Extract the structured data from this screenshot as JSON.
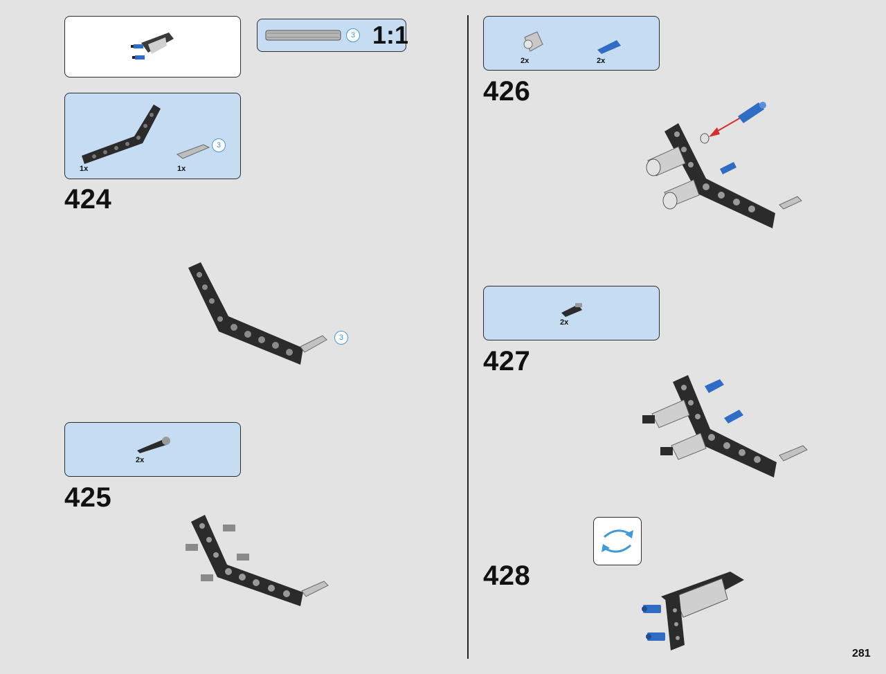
{
  "page_number": "281",
  "scale_box": {
    "count": "3",
    "ratio": "1:1"
  },
  "steps": [
    {
      "number": "424",
      "parts": [
        {
          "qty": "1x"
        },
        {
          "qty": "1x",
          "length": "3"
        }
      ],
      "callout_length": "3"
    },
    {
      "number": "425",
      "parts": [
        {
          "qty": "2x"
        }
      ]
    },
    {
      "number": "426",
      "parts": [
        {
          "qty": "2x"
        },
        {
          "qty": "2x"
        }
      ]
    },
    {
      "number": "427",
      "parts": [
        {
          "qty": "2x"
        }
      ]
    },
    {
      "number": "428"
    }
  ],
  "colors": {
    "panel_blue": "#c5dcf2",
    "page_bg": "#e3e3e3",
    "pin_blue": "#2f6dc4",
    "arrow_red": "#d62d2d",
    "rotate_blue": "#3f9ad6"
  },
  "icons": [
    "rotate-model-icon",
    "insert-arrow-icon",
    "length-callout-icon"
  ]
}
